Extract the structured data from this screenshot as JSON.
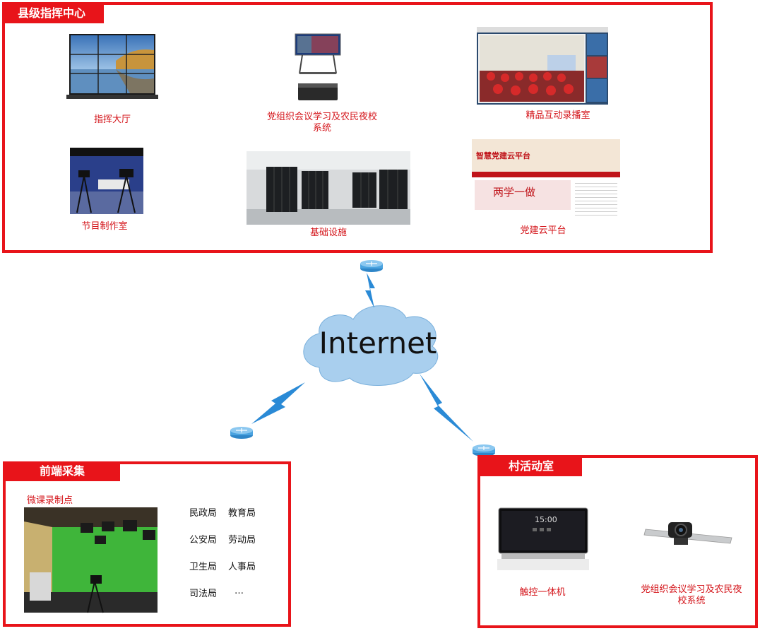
{
  "command_center": {
    "title": "县级指挥中心",
    "items": [
      {
        "label": "指挥大厅"
      },
      {
        "label": "党组织会议学习及农民夜校系统"
      },
      {
        "label": "精品互动录播室"
      },
      {
        "label": "节目制作室"
      },
      {
        "label": "基础设施"
      },
      {
        "label": "党建云平台"
      }
    ],
    "portal": {
      "logo_text": "智慧党建云平台",
      "banner_text": "两学一做"
    }
  },
  "network": {
    "label": "Internet"
  },
  "front_end": {
    "title": "前端采集",
    "studio_label": "微课录制点",
    "departments": [
      "民政局",
      "教育局",
      "公安局",
      "劳动局",
      "卫生局",
      "人事局",
      "司法局",
      "…"
    ]
  },
  "village": {
    "title": "村活动室",
    "items": [
      {
        "label": "触控一体机"
      },
      {
        "label": "党组织会议学习及农民夜校系统"
      }
    ],
    "screen_time": "15:00"
  },
  "colors": {
    "accent": "#e8141a",
    "cloud": "#a9cfee",
    "bolt": "#2a8ad6"
  }
}
